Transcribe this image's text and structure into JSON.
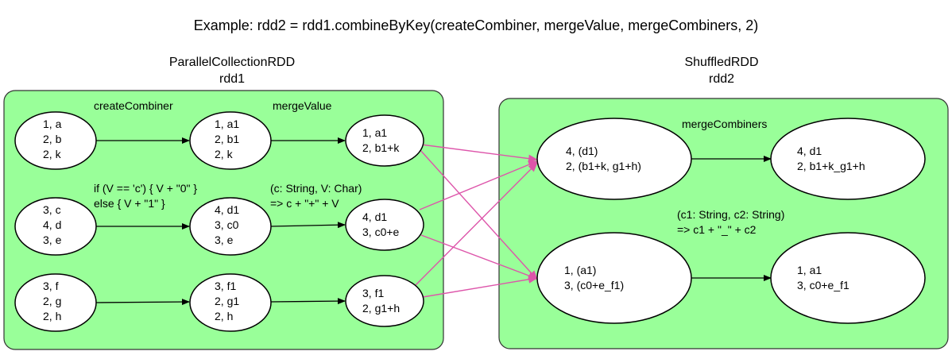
{
  "title": "Example: rdd2 = rdd1.combineByKey(createCombiner, mergeValue, mergeCombiners, 2)",
  "rdd1": {
    "header_line1": "ParallelCollectionRDD",
    "header_line2": "rdd1",
    "label_create_combiner": "createCombiner",
    "label_merge_value": "mergeValue",
    "create_combiner_code": [
      "if (V == 'c') { V + \"0\" }",
      "else { V + \"1\" }"
    ],
    "merge_value_code": [
      "(c: String, V: Char)",
      "=> c + \"+\" + V"
    ],
    "input_partitions": [
      [
        "1, a",
        "2, b",
        "2, k"
      ],
      [
        "3, c",
        "4, d",
        "3, e"
      ],
      [
        "3, f",
        "2, g",
        "2, h"
      ]
    ],
    "combined_partitions": [
      [
        "1, a1",
        "2, b1",
        "2, k"
      ],
      [
        "4, d1",
        "3, c0",
        "3, e"
      ],
      [
        "3, f1",
        "2, g1",
        "2, h"
      ]
    ],
    "merged_partitions": [
      [
        "1, a1",
        "2, b1+k"
      ],
      [
        "4, d1",
        "3, c0+e"
      ],
      [
        "3, f1",
        "2, g1+h"
      ]
    ]
  },
  "rdd2": {
    "header_line1": "ShuffledRDD",
    "header_line2": "rdd2",
    "label_merge_combiners": "mergeCombiners",
    "merge_combiners_code": [
      "(c1: String, c2: String)",
      "=> c1 + \"_\" + c2"
    ],
    "shuffled_partitions": [
      [
        "4, (d1)",
        "2, (b1+k, g1+h)"
      ],
      [
        "1, (a1)",
        "3, (c0+e_f1)"
      ]
    ],
    "output_partitions": [
      [
        "4, d1",
        "2, b1+k_g1+h"
      ],
      [
        "1, a1",
        "3, c0+e_f1"
      ]
    ]
  },
  "colors": {
    "panel_fill": "#99ff99",
    "shuffle_arrow": "#dd55aa",
    "arrow": "#000000"
  }
}
